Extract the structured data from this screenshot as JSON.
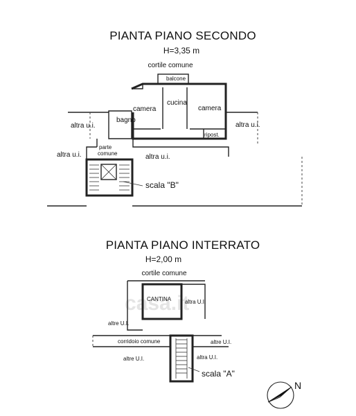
{
  "plan_upper": {
    "title": "PIANTA PIANO SECONDO",
    "height": "H=3,35 m",
    "courtyard": "cortile comune",
    "balcony": "balcone",
    "kitchen": "cucina",
    "room_left": "camera",
    "room_right": "camera",
    "bathroom": "bagno",
    "storage": "ripost.",
    "common_part_line1": "parte",
    "common_part_line2": "comune",
    "other_unit_left": "altra u.i.",
    "other_unit_far_left": "altra u.i.",
    "other_unit_right": "altra u.i.",
    "other_unit_bottom": "altra u.i.",
    "stair_label": "scala \"B\""
  },
  "plan_lower": {
    "title": "PIANTA PIANO INTERRATO",
    "height": "H=2,00 m",
    "courtyard": "cortile comune",
    "cellar": "CANTINA",
    "other_unit_top": "altra U.I.",
    "other_unit_left": "altre U.I.",
    "corridor": "corridoio comune",
    "other_unit_right_1": "altre U.I.",
    "other_unit_bottom_left": "altre U.I.",
    "other_unit_bottom_right": "altra U.I.",
    "stair_label": "scala \"A\""
  },
  "compass": {
    "label": "N"
  }
}
